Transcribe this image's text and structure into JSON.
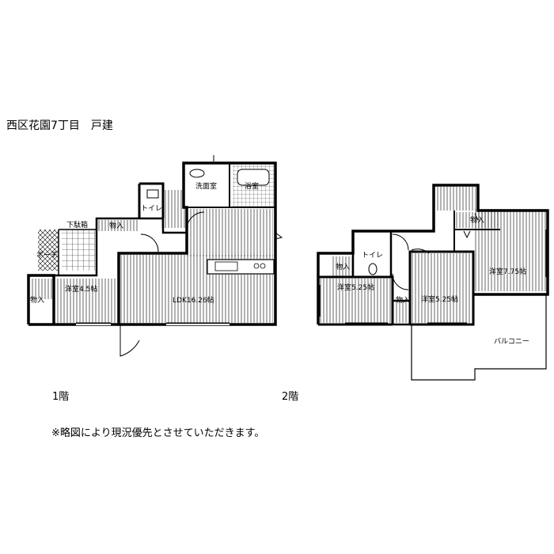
{
  "title": "西区花園7丁目　戸建",
  "floor1": {
    "label": "1階",
    "rooms": {
      "washroom": "洗面室",
      "bath": "浴室",
      "toilet": "トイレ",
      "shoebox": "下駄箱",
      "storage_hall": "物入",
      "porch": "ポーチ",
      "storage_left": "物入",
      "room1": "洋室4.5帖",
      "ldk": "LDK16.26帖"
    }
  },
  "floor2": {
    "label": "2階",
    "rooms": {
      "storage_top": "物入",
      "storage_left": "物入",
      "toilet": "トイレ",
      "room_big": "洋室7.75帖",
      "room_left": "洋室5.25帖",
      "room_mid": "洋室5.25帖",
      "storage_mid": "物入",
      "balcony": "バルコニー"
    }
  },
  "note": "※略図により現況優先とさせていただきます。"
}
